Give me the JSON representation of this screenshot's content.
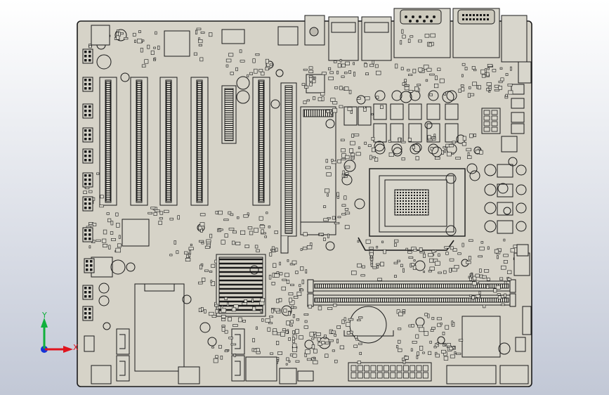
{
  "scene": {
    "viewport_background_top": "#ffffff",
    "viewport_background_bottom": "#c2c8d6",
    "board_fill": "#d6d3c8",
    "line_color": "#1a1a1a",
    "connector_fill": "#d8d6cc"
  },
  "board": {
    "pcie_slot_count": 6,
    "dimm_slot_count": 2,
    "sata_port_count": 4,
    "cpu_socket_type": "LGA",
    "rear_io": [
      "audio-jack",
      "usb-stack-1",
      "usb-stack-2",
      "vga-port",
      "dvi-port",
      "ps2-port"
    ],
    "atx_power_pins": 24,
    "aux_power_pins": 8
  },
  "triad": {
    "y_label": "Y",
    "x_label": "X",
    "x_color": "#e0141e",
    "y_color": "#10b03c",
    "z_color": "#1434d8"
  }
}
